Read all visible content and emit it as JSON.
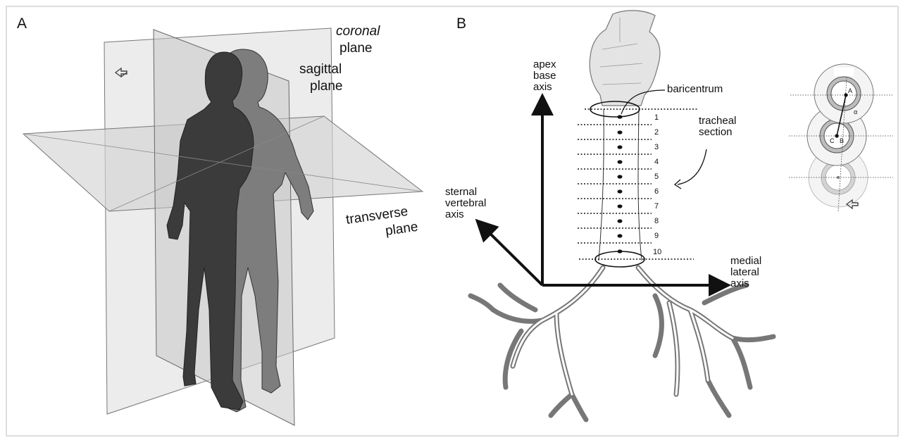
{
  "panel_a": {
    "letter": "A",
    "labels": {
      "coronal": [
        "coronal",
        "plane"
      ],
      "sagittal": [
        "sagittal",
        "plane"
      ],
      "transverse": [
        "transverse",
        "plane"
      ]
    }
  },
  "panel_b": {
    "letter": "B",
    "axes": {
      "apex_base": [
        "apex",
        "base",
        "axis"
      ],
      "sternal_vertebral": [
        "sternal",
        "vertebral",
        "axis"
      ],
      "medial_lateral": [
        "medial",
        "lateral",
        "axis"
      ]
    },
    "labels": {
      "baricentrum": "baricentrum",
      "tracheal_section": [
        "tracheal",
        "section"
      ]
    },
    "section_numbers": [
      "1",
      "2",
      "3",
      "4",
      "5",
      "6",
      "7",
      "8",
      "9",
      "10"
    ],
    "inset_points": [
      "A",
      "B",
      "C"
    ],
    "inset_angle": "α"
  },
  "colors": {
    "silhouette_front": "#3b3b3b",
    "silhouette_back": "#7d7d7d",
    "plane_fill": "#d9d9d9",
    "ink": "#111111"
  },
  "icons": [
    "rotation-icon"
  ]
}
